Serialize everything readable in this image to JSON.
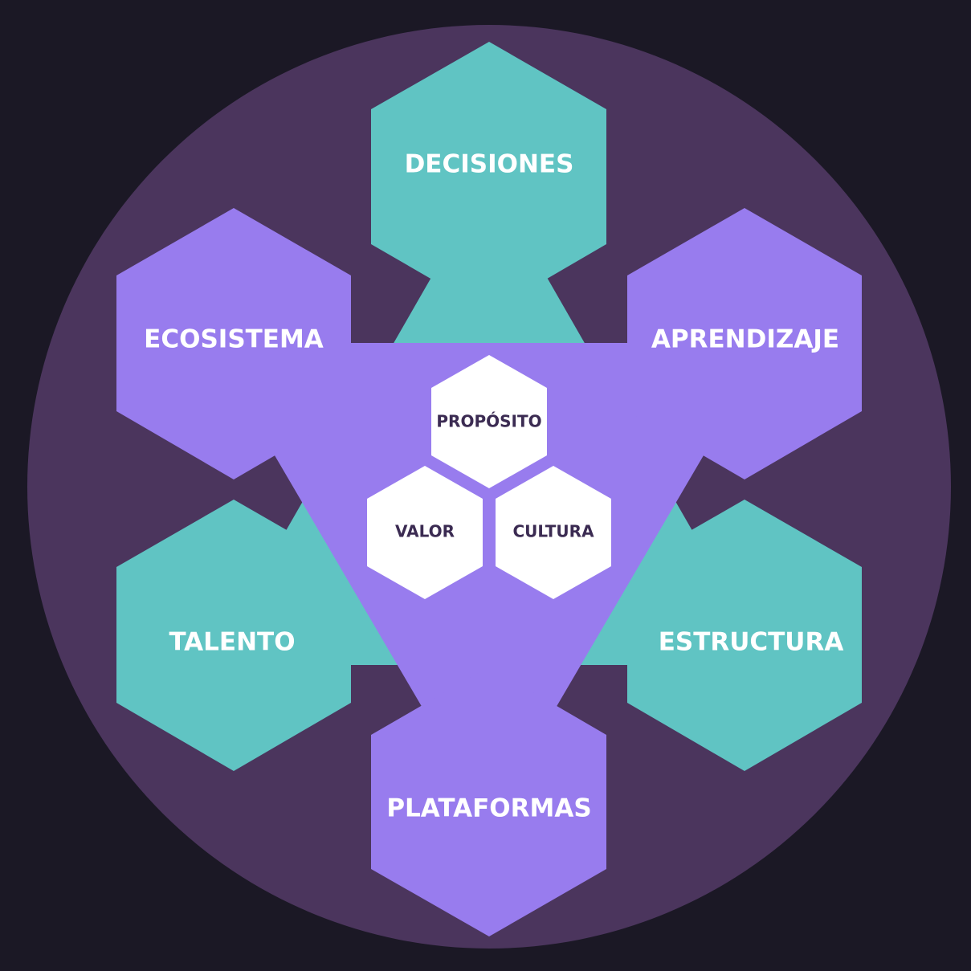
{
  "colors": {
    "background": "#1b1825",
    "circle": "#4b355d",
    "teal": "#60c4c3",
    "purple": "#987cee",
    "core": "#ffffff",
    "core_text": "#3b2b52",
    "outer_text": "#ffffff"
  },
  "outer": {
    "decisiones": "DECISIONES",
    "ecosistema": "ECOSISTEMA",
    "aprendizaje": "APRENDIZAJE",
    "talento": "TALENTO",
    "estructura": "ESTRUCTURA",
    "plataformas": "PLATAFORMAS"
  },
  "core": {
    "proposito": "PROPÓSITO",
    "valor": "VALOR",
    "cultura": "CULTURA"
  }
}
